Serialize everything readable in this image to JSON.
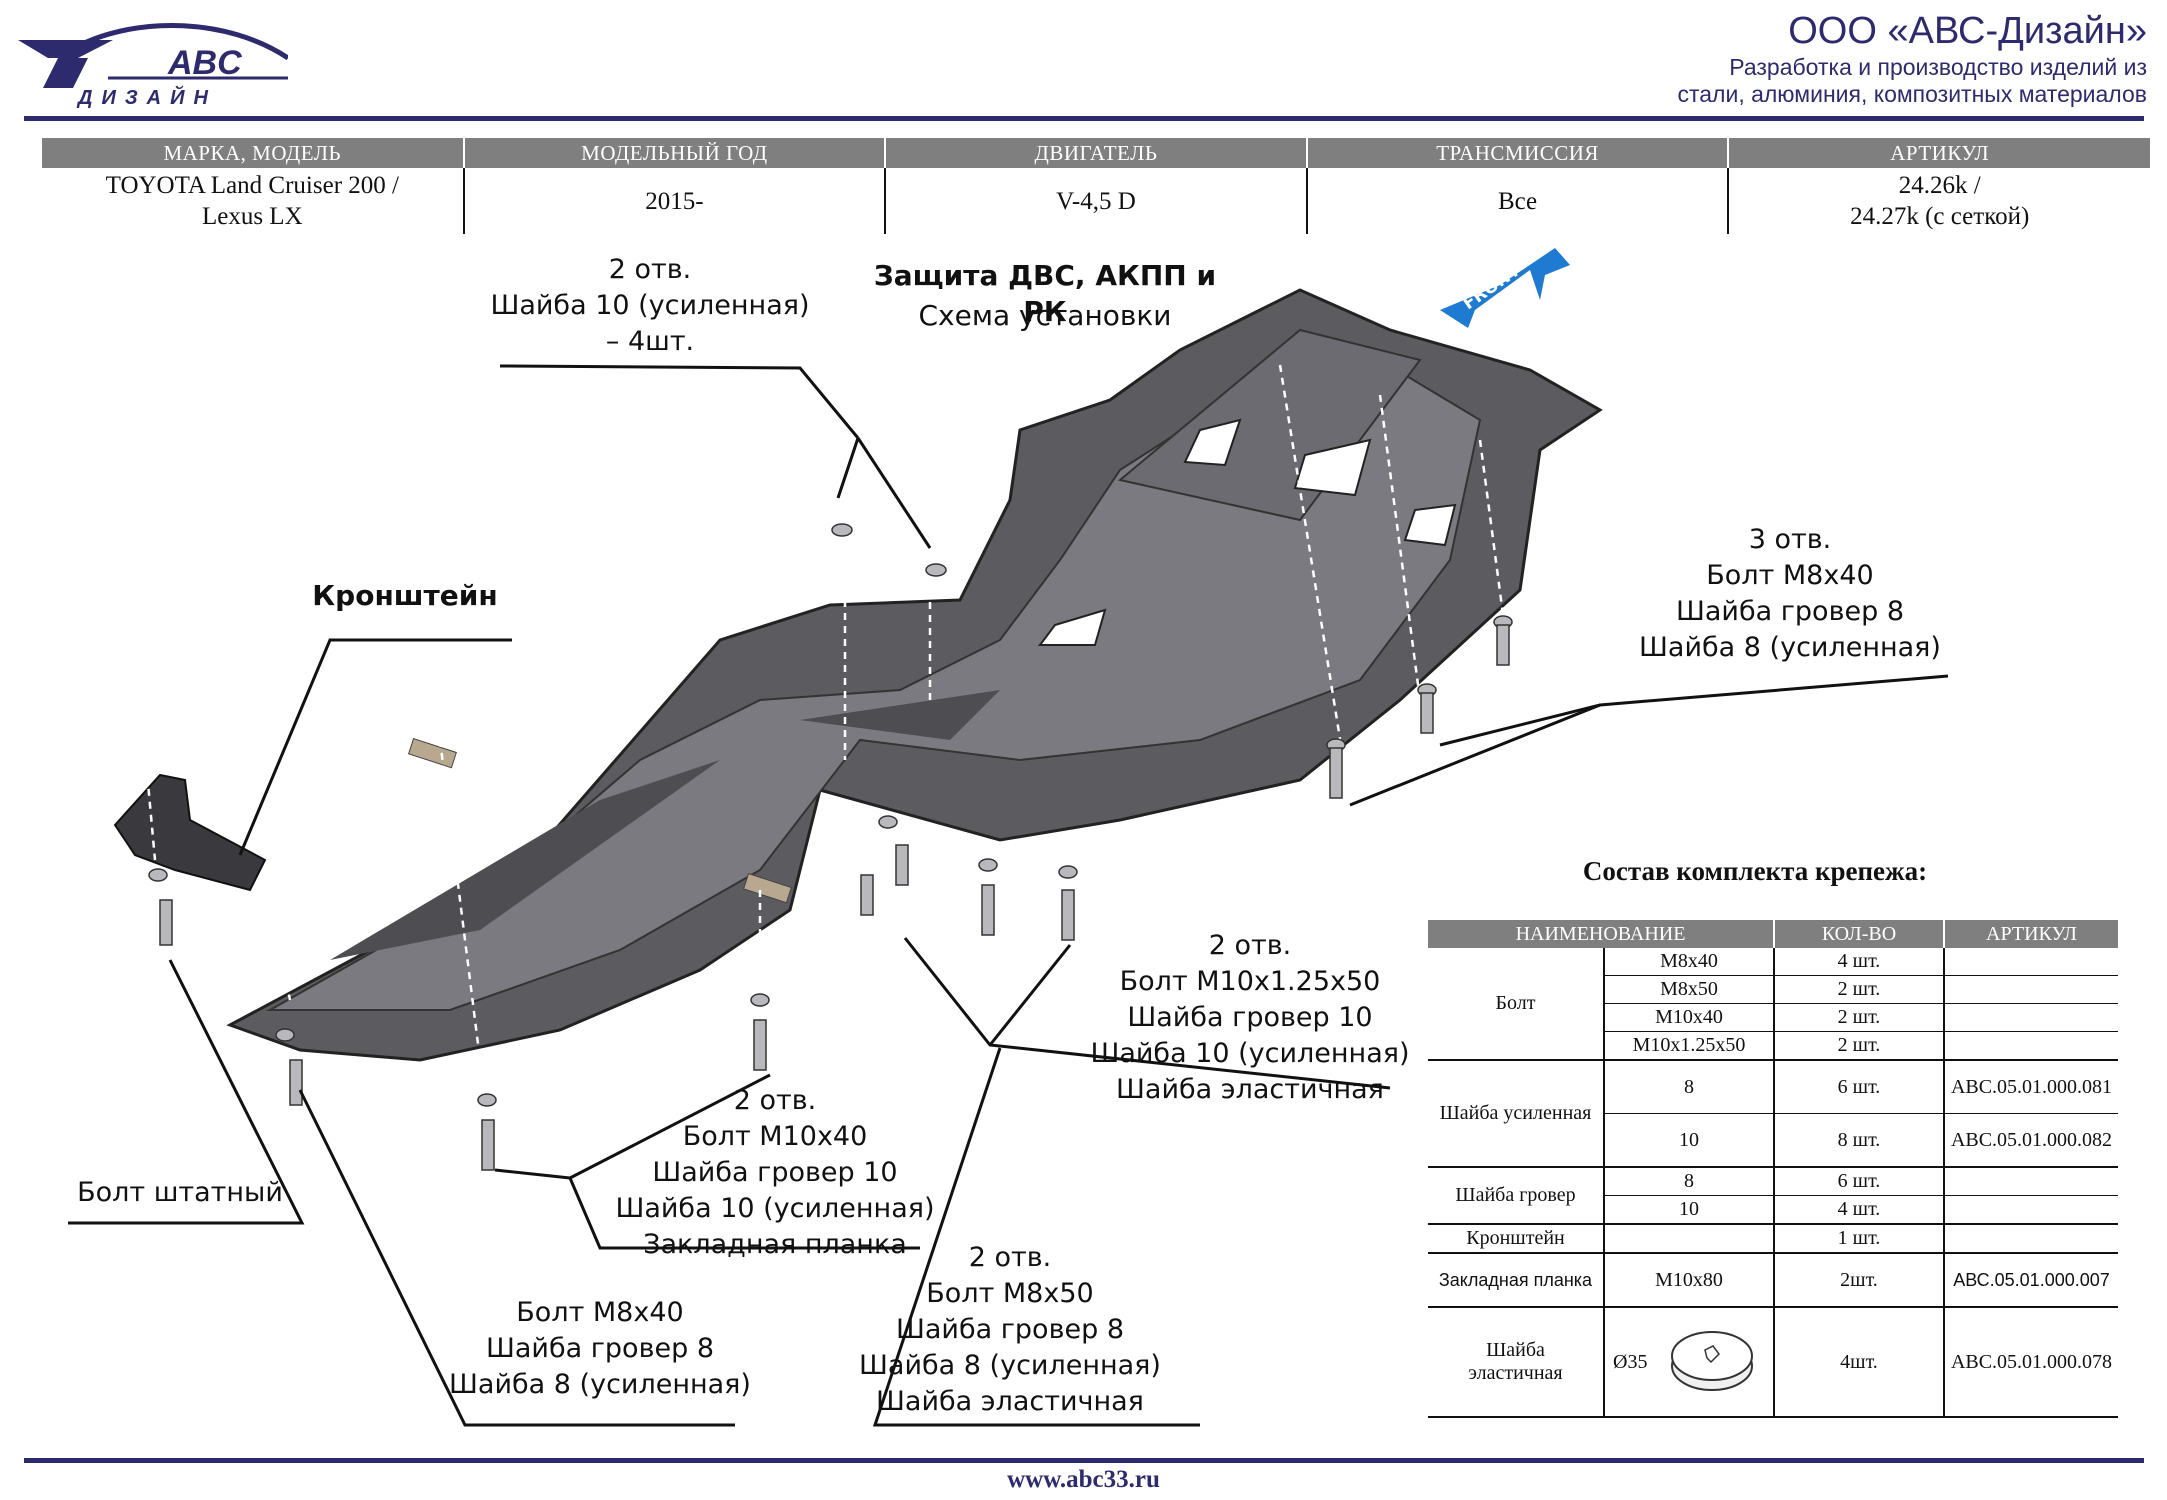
{
  "header": {
    "logo_text_top": "ABC",
    "logo_text_bottom": "ДИЗАЙН",
    "company_name": "ООО «АВС-Дизайн»",
    "company_sub_1": "Разработка и производство изделий из",
    "company_sub_2": "стали, алюминия, композитных материалов"
  },
  "info_table": {
    "headers": [
      "МАРКА, МОДЕЛЬ",
      "МОДЕЛЬНЫЙ ГОД",
      "ДВИГАТЕЛЬ",
      "ТРАНСМИССИЯ",
      "АРТИКУЛ"
    ],
    "model_1": "TOYOTA Land Cruiser 200 /",
    "model_2": "Lexus LX",
    "year": "2015-",
    "engine": "V-4,5 D",
    "transmission": "Все",
    "article_1": "24.26k /",
    "article_2": "24.27k (с сеткой)"
  },
  "diagram": {
    "title": "Защита ДВС, АКПП и РК",
    "subtitle": "Схема установки",
    "front_label": "FRONT",
    "bracket_label": "Кронштейн",
    "callout_top": [
      "2 отв.",
      "Шайба 10 (усиленная)",
      "– 4шт."
    ],
    "callout_right": [
      "3 отв.",
      "Болт М8х40",
      "Шайба гровер 8",
      "Шайба 8 (усиленная)"
    ],
    "callout_mid_right": [
      "2 отв.",
      "Болт М10х1.25х50",
      "Шайба гровер 10",
      "Шайба 10 (усиленная)",
      "Шайба эластичная"
    ],
    "callout_mid": [
      "2 отв.",
      "Болт М10х40",
      "Шайба гровер 10",
      "Шайба 10 (усиленная)",
      "Закладная планка"
    ],
    "callout_bottom_mid": [
      "2 отв.",
      "Болт М8х50",
      "Шайба гровер 8",
      "Шайба 8 (усиленная)",
      "Шайба эластичная"
    ],
    "callout_bottom_left": [
      "Болт М8х40",
      "Шайба гровер 8",
      "Шайба 8 (усиленная)"
    ],
    "callout_stock": "Болт штатный"
  },
  "kit": {
    "title": "Состав комплекта крепежа:",
    "headers": [
      "НАИМЕНОВАНИЕ",
      "КОЛ-ВО",
      "АРТИКУЛ"
    ],
    "bolt_group": "Болт",
    "bolts": [
      {
        "size": "М8х40",
        "qty": "4 шт.",
        "article": ""
      },
      {
        "size": "М8х50",
        "qty": "2 шт.",
        "article": ""
      },
      {
        "size": "М10х40",
        "qty": "2 шт.",
        "article": ""
      },
      {
        "size": "М10х1.25х50",
        "qty": "2 шт.",
        "article": ""
      }
    ],
    "washer_reinf_group": "Шайба усиленная",
    "washers_reinf": [
      {
        "size": "8",
        "qty": "6 шт.",
        "article": "АВС.05.01.000.081"
      },
      {
        "size": "10",
        "qty": "8 шт.",
        "article": "АВС.05.01.000.082"
      }
    ],
    "grover_group": "Шайба гровер",
    "grovers": [
      {
        "size": "8",
        "qty": "6 шт."
      },
      {
        "size": "10",
        "qty": "4 шт."
      }
    ],
    "bracket": {
      "name": "Кронштейн",
      "qty": "1 шт."
    },
    "plate": {
      "name": "Закладная планка",
      "size": "М10х80",
      "qty": "2шт.",
      "article": "АВС.05.01.000.007"
    },
    "elastic": {
      "name_1": "Шайба",
      "name_2": "эластичная",
      "size": "Ø35",
      "qty": "4шт.",
      "article": "АВС.05.01.000.078"
    }
  },
  "footer": {
    "url": "www.abc33.ru"
  },
  "colors": {
    "brand": "#2e2a6e",
    "front_arrow": "#1f7bd1",
    "header_gray": "#7f7f7f"
  }
}
